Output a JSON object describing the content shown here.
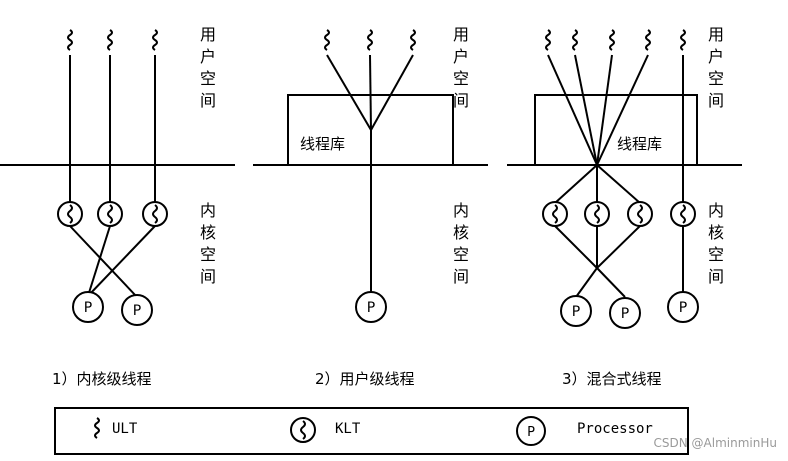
{
  "labels": {
    "user_space": [
      "用",
      "户",
      "空",
      "间"
    ],
    "kernel_space": [
      "内",
      "核",
      "空",
      "间"
    ],
    "thread_library": "线程库",
    "processor": "P"
  },
  "captions": [
    "1）内核级线程",
    "2）用户级线程",
    "3）混合式线程"
  ],
  "legend": {
    "ult": "ULT",
    "klt": "KLT",
    "processor_symbol": "P",
    "processor": "Processor"
  },
  "watermark": "CSDN @AlminminHu"
}
